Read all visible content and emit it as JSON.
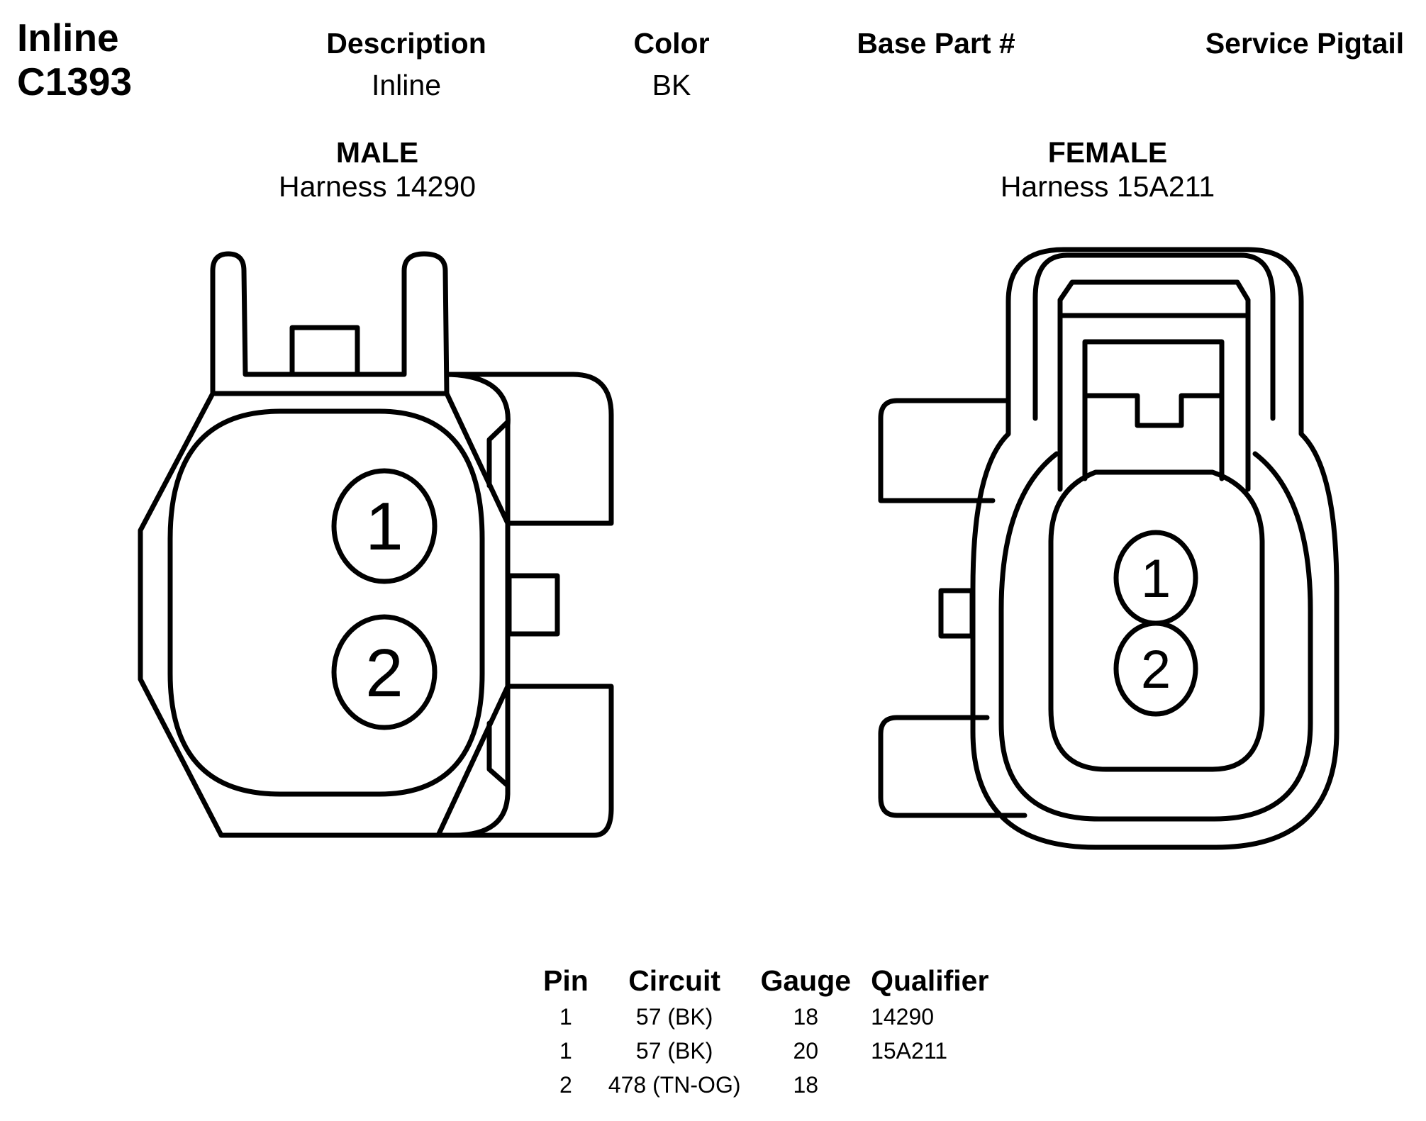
{
  "connector": {
    "title_line1": "Inline",
    "title_line2": "C1393"
  },
  "info": {
    "description_header": "Description",
    "description_value": "Inline",
    "color_header": "Color",
    "color_value": "BK",
    "base_part_header": "Base Part #",
    "base_part_value": "",
    "service_pigtail_header": "Service Pigtail",
    "service_pigtail_value": ""
  },
  "male": {
    "title": "MALE",
    "harness": "Harness 14290",
    "pins": [
      "1",
      "2"
    ]
  },
  "female": {
    "title": "FEMALE",
    "harness": "Harness 15A211",
    "pins": [
      "1",
      "2"
    ]
  },
  "pin_table": {
    "headers": [
      "Pin",
      "Circuit",
      "Gauge",
      "Qualifier"
    ],
    "rows": [
      {
        "pin": "1",
        "circuit": "57 (BK)",
        "gauge": "18",
        "qualifier": "14290"
      },
      {
        "pin": "1",
        "circuit": "57 (BK)",
        "gauge": "20",
        "qualifier": "15A211"
      },
      {
        "pin": "2",
        "circuit": "478 (TN-OG)",
        "gauge": "18",
        "qualifier": ""
      }
    ]
  },
  "colors": {
    "line": "#000000",
    "background": "#ffffff"
  }
}
